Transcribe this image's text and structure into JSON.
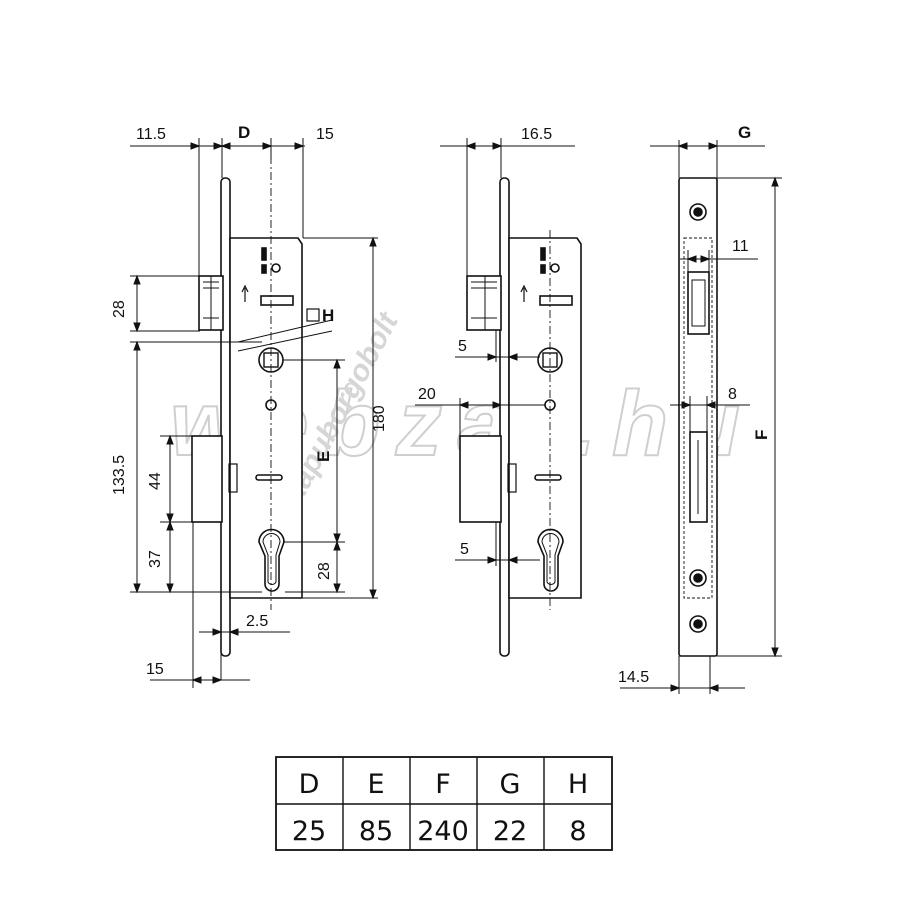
{
  "dimensions": {
    "left_view": {
      "top_offset": "11.5",
      "top_d": "D",
      "top_right": "15",
      "latch_height": "28",
      "spindle_to_cylinder": "133.5",
      "bolt_height": "44",
      "bolt_bottom": "37",
      "height_180": "180",
      "e": "E",
      "cyl_offset": "28",
      "faceplate_thickness": "2.5",
      "bottom_offset": "15",
      "square_h": "H"
    },
    "middle_view": {
      "top": "16.5",
      "latch_depth": "5",
      "bolt_throw": "20",
      "bolt_depth": "5"
    },
    "right_view": {
      "g": "G",
      "width_11": "11",
      "gap_8": "8",
      "f": "F",
      "bottom_14_5": "14.5"
    }
  },
  "watermarks": {
    "main": "webzar.hu",
    "diag": "kapuborgobolt"
  },
  "table": {
    "headers": [
      "D",
      "E",
      "F",
      "G",
      "H"
    ],
    "values": [
      "25",
      "85",
      "240",
      "22",
      "8"
    ]
  },
  "colors": {
    "line": "#111111",
    "watermark": "#c8c8c8"
  }
}
